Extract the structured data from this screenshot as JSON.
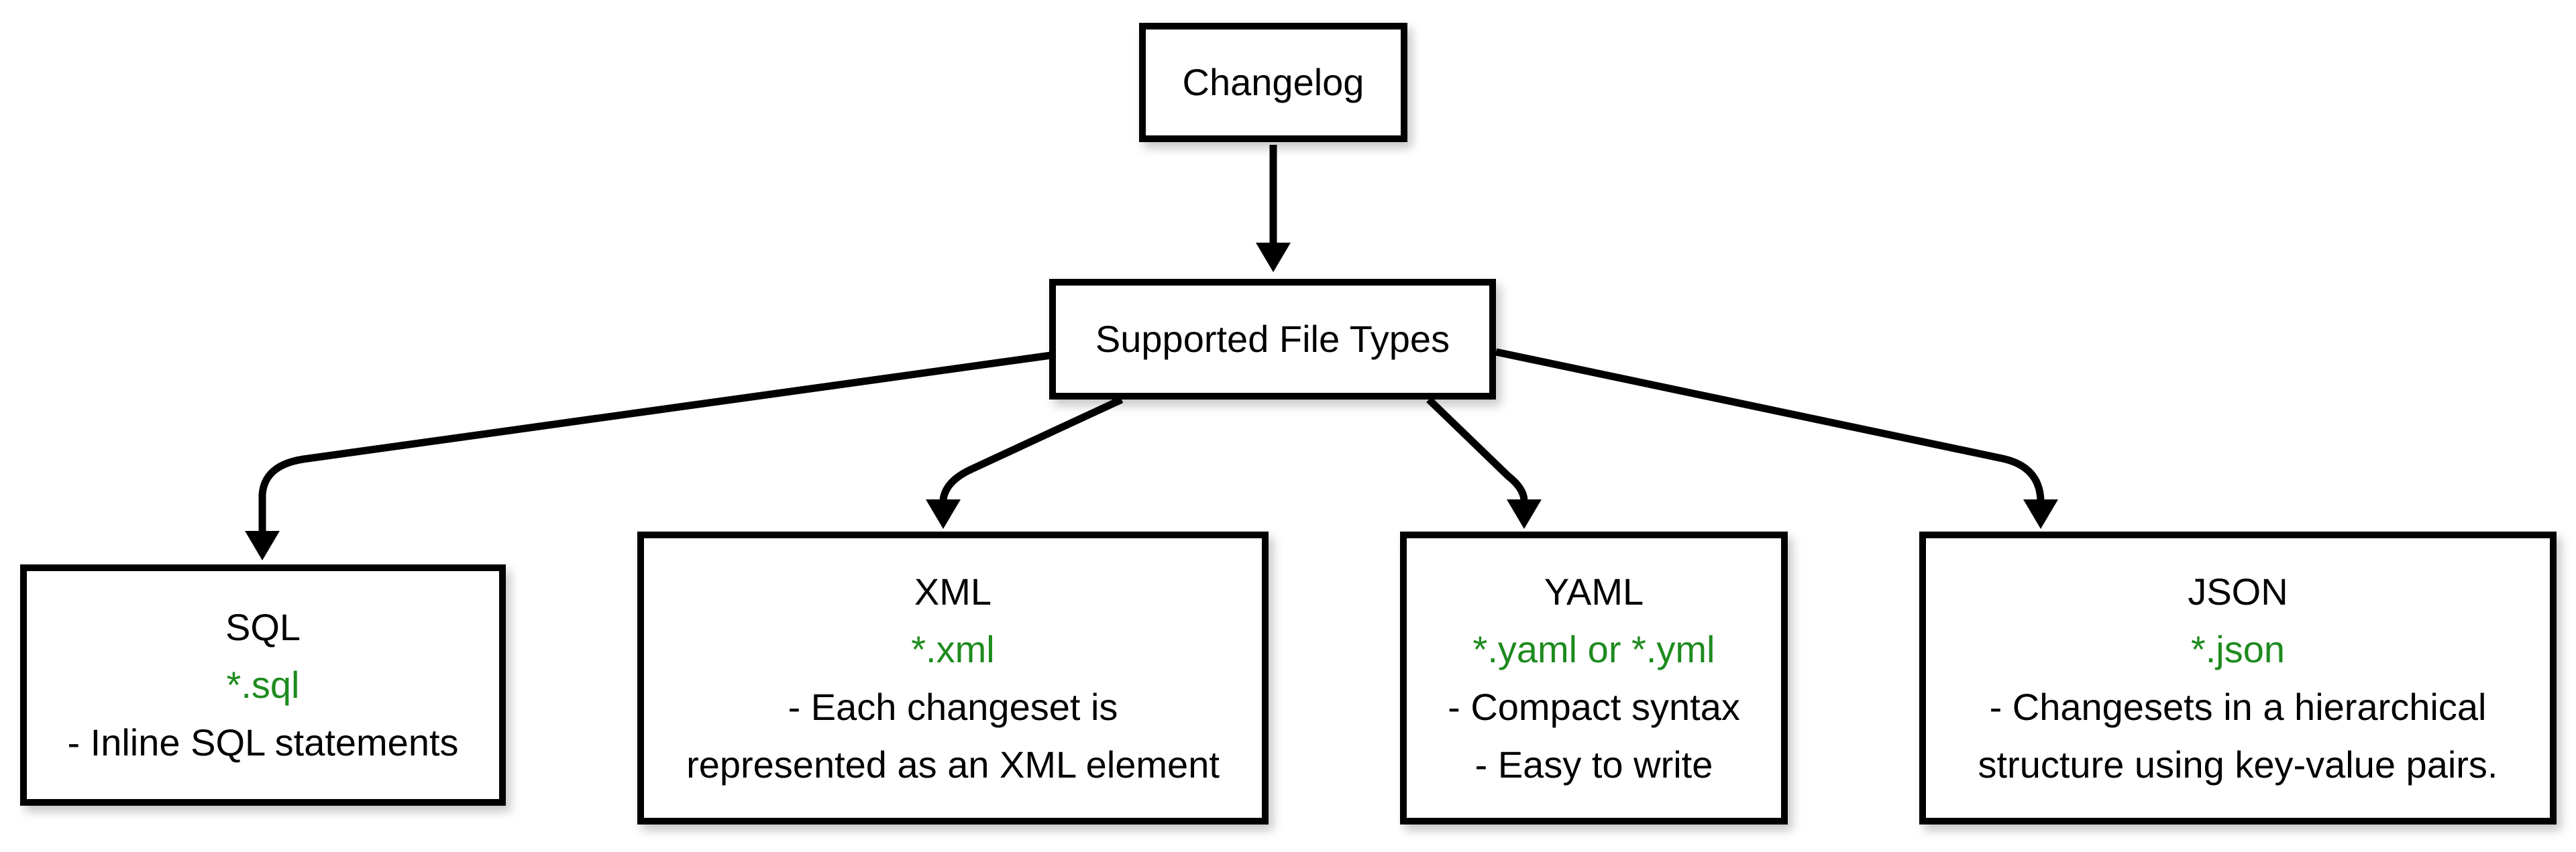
{
  "diagram": {
    "root": {
      "label": "Changelog"
    },
    "hub": {
      "label": "Supported File Types"
    },
    "file_types": [
      {
        "title": "SQL",
        "extension": "*.sql",
        "description_lines": [
          "- Inline SQL statements"
        ]
      },
      {
        "title": "XML",
        "extension": "*.xml",
        "description_lines": [
          "- Each changeset is",
          "represented as an XML element"
        ]
      },
      {
        "title": "YAML",
        "extension": "*.yaml or *.yml",
        "description_lines": [
          "- Compact syntax",
          "- Easy to write"
        ]
      },
      {
        "title": "JSON",
        "extension": "*.json",
        "description_lines": [
          "- Changesets in a hierarchical",
          "structure using key-value pairs."
        ]
      }
    ],
    "colors": {
      "line": "#000000",
      "box_border": "#000000",
      "box_fill": "#ffffff",
      "text": "#000000",
      "extension_green": "#1e8b1e"
    }
  }
}
